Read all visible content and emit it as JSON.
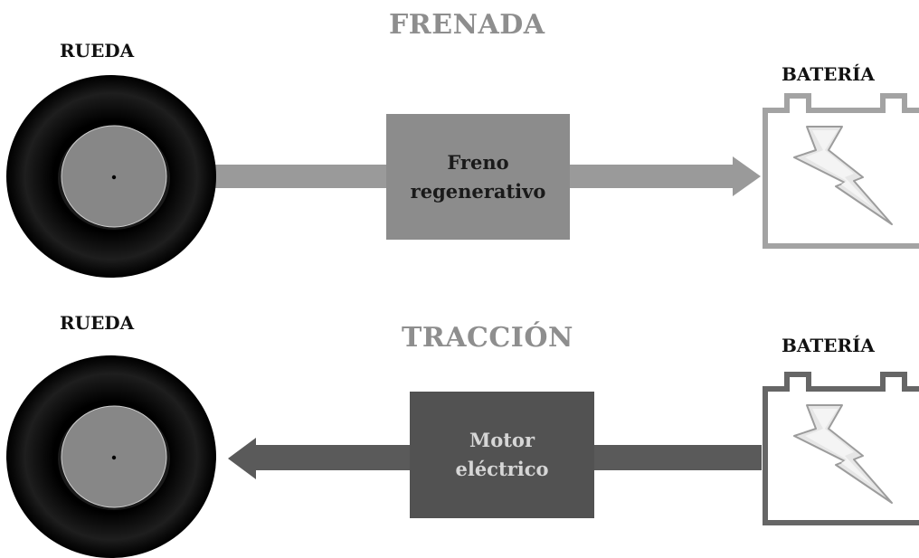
{
  "colors": {
    "regen_flow": "#9a9a9a",
    "regen_box": "#8c8c8c",
    "traction_flow": "#5a5a5a",
    "traction_box": "#525252",
    "title": "#8e8e8e",
    "battery_regen": "#a3a3a3",
    "battery_traction": "#666666"
  },
  "braking": {
    "title": "FRENADA",
    "wheel_label": "RUEDA",
    "battery_label": "BATERÍA",
    "box_lines": [
      "Freno",
      "regenerativo"
    ],
    "direction": "wheel-to-battery"
  },
  "traction": {
    "title": "TRACCIÓN",
    "wheel_label": "RUEDA",
    "battery_label": "BATERÍA",
    "box_lines": [
      "Motor",
      "eléctrico"
    ],
    "direction": "battery-to-wheel"
  },
  "icons": {
    "wheel": "wheel-icon",
    "battery": "battery-icon",
    "lightning": "lightning-icon"
  }
}
